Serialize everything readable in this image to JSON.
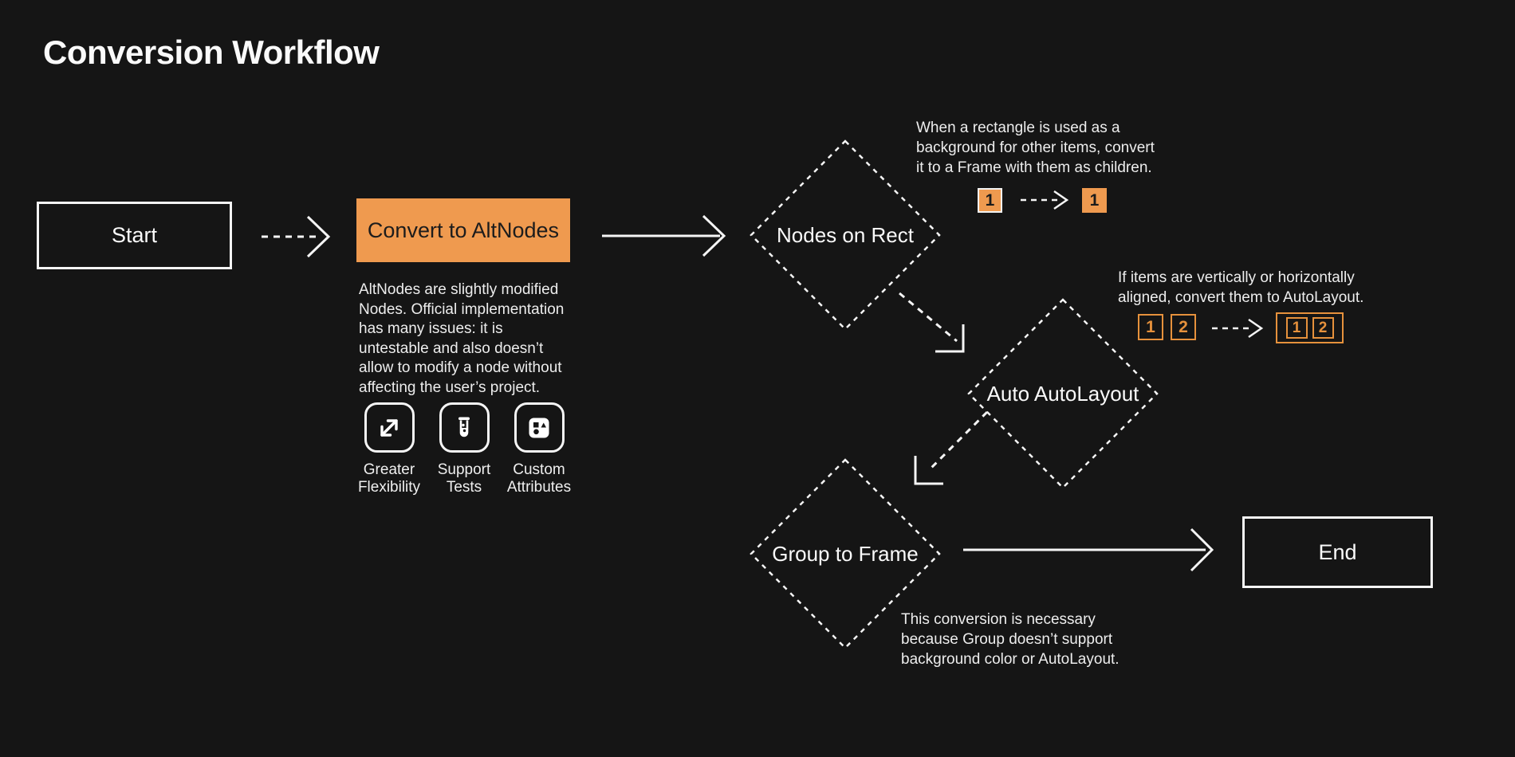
{
  "page": {
    "title": "Conversion Workflow"
  },
  "colors": {
    "background": "#151515",
    "orange_fill": "#EF9A4F",
    "orange_outline": "#E6913C",
    "line_white": "#F5F5F5"
  },
  "nodes": {
    "start": {
      "label": "Start"
    },
    "convert": {
      "label": "Convert to AltNodes"
    },
    "nodes_on_rect": {
      "label": "Nodes on Rect"
    },
    "auto_autolayout": {
      "label": "Auto AutoLayout"
    },
    "group_to_frame": {
      "label": "Group to Frame"
    },
    "end": {
      "label": "End"
    }
  },
  "altnodes_note": {
    "text": "AltNodes are slightly modified\nNodes. Official implementation\nhas many issues: it is\nuntestable and also doesn’t\nallow to modify a node without\naffecting the user’s project."
  },
  "features": [
    {
      "icon": "expand-arrows-icon",
      "label": "Greater\nFlexibility"
    },
    {
      "icon": "test-tube-icon",
      "label": "Support\nTests"
    },
    {
      "icon": "shapes-icon",
      "label": "Custom\nAttributes"
    }
  ],
  "annotations": {
    "rect_to_frame": {
      "text": "When a rectangle is used as a\nbackground for other items, convert\nit to a Frame with them as children.",
      "before": [
        "1"
      ],
      "after": [
        "1"
      ]
    },
    "autolayout": {
      "text": "If items are vertically or horizontally\naligned, convert them to AutoLayout.",
      "before": [
        "1",
        "2"
      ],
      "after": [
        "1",
        "2"
      ]
    },
    "group_frame": {
      "text": "This conversion is necessary\nbecause Group doesn’t support\nbackground color or AutoLayout."
    }
  }
}
